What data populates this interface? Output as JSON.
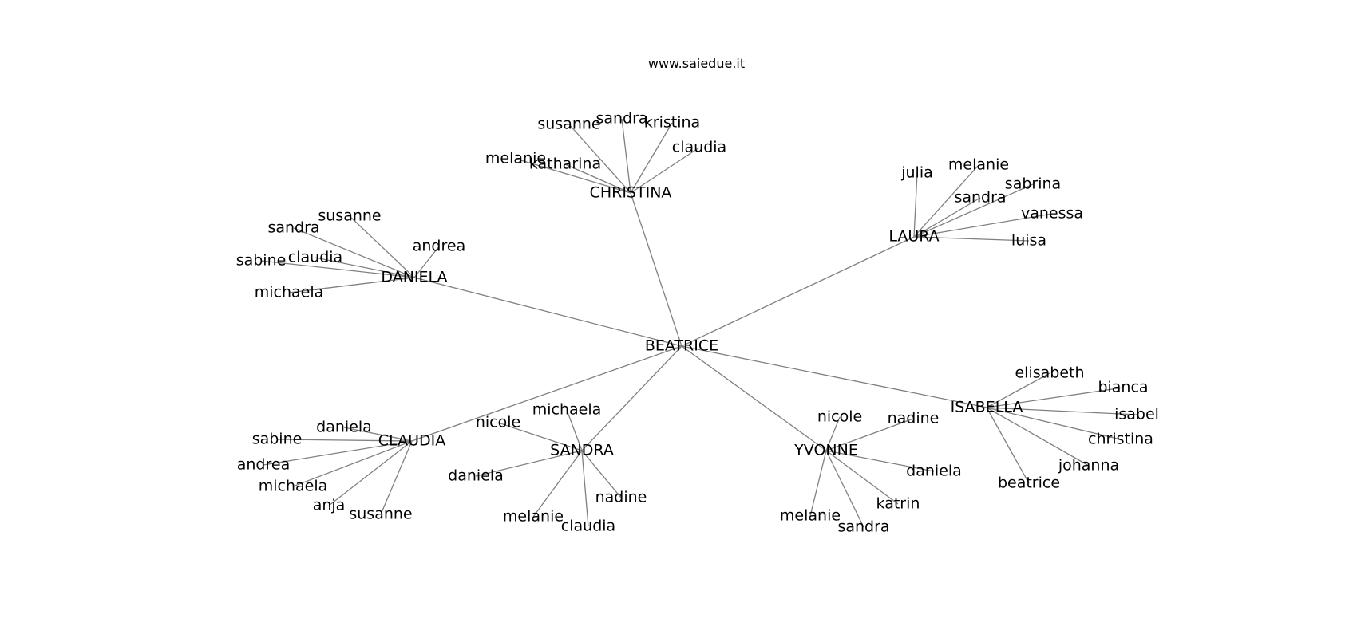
{
  "site": {
    "title": "www.saiedue.it"
  },
  "graph": {
    "root": "BEATRICE",
    "hubs": [
      {
        "name": "CHRISTINA",
        "leaves": [
          "susanne",
          "sandra",
          "kristina",
          "claudia",
          "melanie",
          "katharina"
        ]
      },
      {
        "name": "LAURA",
        "leaves": [
          "julia",
          "melanie",
          "sabrina",
          "sandra",
          "vanessa",
          "luisa"
        ]
      },
      {
        "name": "DANIELA",
        "leaves": [
          "susanne",
          "sandra",
          "andrea",
          "claudia",
          "sabine",
          "michaela"
        ]
      },
      {
        "name": "ISABELLA",
        "leaves": [
          "elisabeth",
          "bianca",
          "isabel",
          "christina",
          "johanna",
          "beatrice"
        ]
      },
      {
        "name": "YVONNE",
        "leaves": [
          "nicole",
          "nadine",
          "daniela",
          "katrin",
          "sandra",
          "melanie"
        ]
      },
      {
        "name": "SANDRA",
        "leaves": [
          "michaela",
          "nicole",
          "daniela",
          "nadine",
          "claudia",
          "melanie"
        ]
      },
      {
        "name": "CLAUDIA",
        "leaves": [
          "daniela",
          "sabine",
          "andrea",
          "michaela",
          "anja",
          "susanne"
        ]
      }
    ]
  }
}
